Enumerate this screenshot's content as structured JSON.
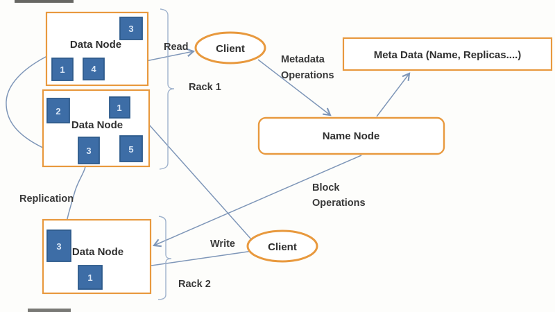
{
  "diagram": {
    "title_hint": "HDFS architecture diagram",
    "racks": [
      {
        "label": "Rack 1"
      },
      {
        "label": "Rack 2"
      }
    ],
    "data_nodes": [
      {
        "label": "Data Node",
        "blocks": [
          "3",
          "1",
          "4"
        ]
      },
      {
        "label": "Data Node",
        "blocks": [
          "2",
          "1",
          "3",
          "5"
        ]
      },
      {
        "label": "Data Node",
        "blocks": [
          "3",
          "1"
        ]
      }
    ],
    "clients": [
      {
        "label": "Client"
      },
      {
        "label": "Client"
      }
    ],
    "name_node": {
      "label": "Name Node"
    },
    "meta_data": {
      "label": "Meta Data (Name, Replicas....)"
    },
    "edges": {
      "read": "Read",
      "write": "Write",
      "replication": "Replication",
      "metadata_operations": [
        "Metadata",
        "Operations"
      ],
      "block_operations": [
        "Block",
        "Operations"
      ]
    },
    "colors": {
      "accent_orange": "#E8993E",
      "block_blue": "#3D6DA6",
      "block_border": "#2E5B8C",
      "line_blue": "#7E96B8",
      "bracket_blue": "#9FB2CC",
      "text": "#3A3A3A"
    }
  }
}
